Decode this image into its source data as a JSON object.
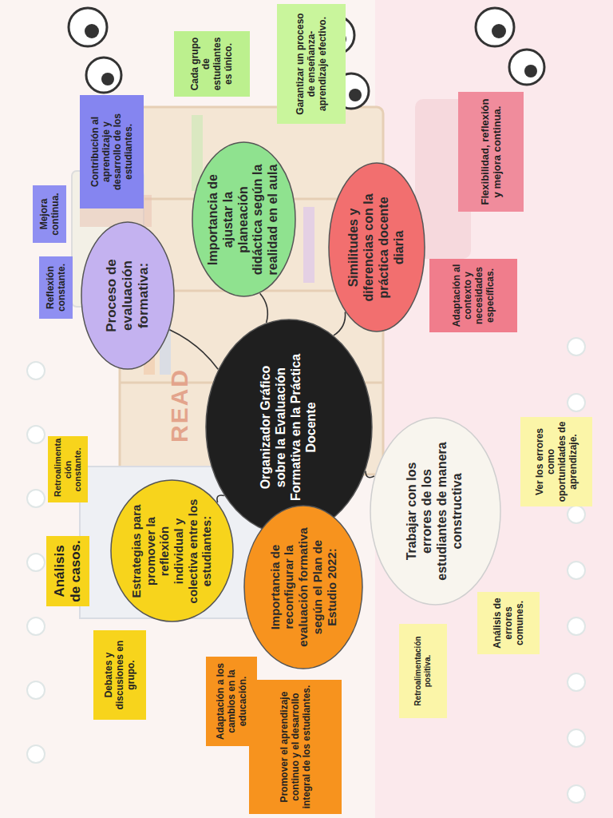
{
  "diagram": {
    "nodes": [
      {
        "text": [
          "Organizador Gráfico sobre la Evaluación Formativa en la Práctica Docente"
        ]
      },
      {
        "text": [
          "Proceso de evaluación formativa:"
        ]
      },
      {
        "text": [
          "Reflexión constante."
        ]
      },
      {
        "text": [
          "Mejora continua."
        ]
      },
      {
        "text": [
          "Contribución al aprendizaje y desarrollo de los estudiantes."
        ]
      },
      {
        "text": [
          "Importancia de ajustar la planeación didáctica según la realidad en el aula"
        ]
      },
      {
        "text": [
          "Cada grupo de estudiantes es único."
        ]
      },
      {
        "text": [
          "Garantizar un proceso de enseñanza-aprendizaje efectivo."
        ]
      },
      {
        "text": [
          "Similitudes y diferencias con la práctica docente diaria"
        ]
      },
      {
        "text": [
          "Flexibilidad, reflexión y mejora continua."
        ]
      },
      {
        "text": [
          "Adaptación al contexto y necesidades específicas."
        ]
      },
      {
        "text": [
          "Estrategias para promover la reflexión individual y colectiva entre los estudiantes:"
        ]
      },
      {
        "text": [
          "Retroalimenta ción constante."
        ]
      },
      {
        "text": [
          "Análisis de casos."
        ]
      },
      {
        "text": [
          "Debates y discusiones en grupo."
        ]
      },
      {
        "text": [
          "Importancia de reconfigurar la evaluación formativa según el Plan de Estudio 2022:"
        ]
      },
      {
        "text": [
          "Adaptación a los cambios en la educación."
        ]
      },
      {
        "text": [
          "Promover el aprendizaje continuo y el desarrollo integral de los estudiantes."
        ]
      },
      {
        "text": [
          "Trabajar con los errores de los estudiantes de manera constructiva"
        ]
      },
      {
        "text": [
          "Ver los errores como oportunidades de aprendizaje."
        ]
      },
      {
        "text": [
          "Análisis de errores comunes."
        ]
      },
      {
        "text": [
          "Retroalimentación positiva."
        ]
      }
    ],
    "edges": [
      {
        "from": 0,
        "to": 1,
        "arrow": "none"
      },
      {
        "from": 0,
        "to": 5,
        "arrow": "none"
      },
      {
        "from": 0,
        "to": 8,
        "arrow": "none"
      },
      {
        "from": 0,
        "to": 11,
        "arrow": "none"
      },
      {
        "from": 0,
        "to": 15,
        "arrow": "none"
      },
      {
        "from": 0,
        "to": 18,
        "arrow": "none"
      }
    ],
    "labels": [
      "READ"
    ]
  }
}
